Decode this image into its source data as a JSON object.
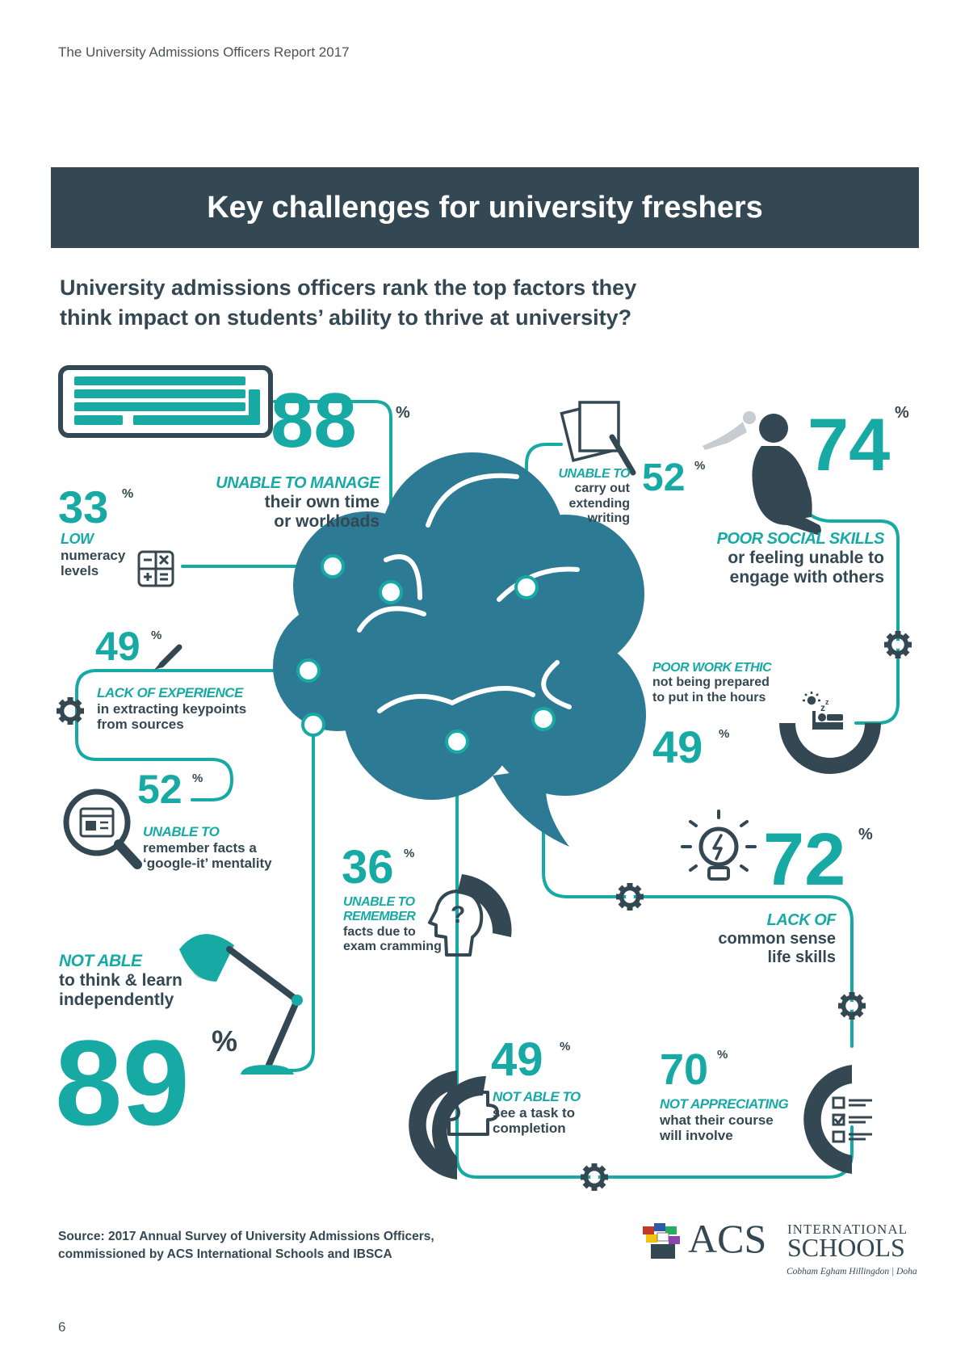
{
  "header": {
    "report_title": "The University Admissions Officers Report 2017"
  },
  "title": "Key challenges for university freshers",
  "subtitle_lines": [
    "University admissions officers rank the top factors they",
    "think impact on students’ ability to thrive at university?"
  ],
  "pct_symbol": "%",
  "factors": [
    {
      "id": "time",
      "value": "88",
      "highlight": "UNABLE TO MANAGE",
      "lines": [
        "their own time",
        "or workloads"
      ]
    },
    {
      "id": "numeracy",
      "value": "33",
      "highlight": "LOW",
      "lines": [
        "numeracy",
        "levels"
      ]
    },
    {
      "id": "keypoints",
      "value": "49",
      "highlight": "LACK OF EXPERIENCE",
      "lines": [
        "in extracting keypoints",
        "from sources"
      ]
    },
    {
      "id": "google",
      "value": "52",
      "highlight": "UNABLE TO",
      "lines": [
        "remember facts a",
        "‘google-it’ mentality"
      ]
    },
    {
      "id": "independent",
      "value": "89",
      "highlight": "NOT ABLE",
      "lines": [
        "to think & learn",
        "independently"
      ]
    },
    {
      "id": "writing",
      "value": "52",
      "highlight": "UNABLE TO",
      "lines": [
        "carry out",
        "extending",
        "writing"
      ]
    },
    {
      "id": "social",
      "value": "74",
      "highlight": "POOR SOCIAL SKILLS",
      "lines": [
        "or feeling unable to",
        "engage with others"
      ]
    },
    {
      "id": "work_ethic",
      "value": "49",
      "highlight": "POOR WORK ETHIC",
      "lines": [
        "not being prepared",
        "to put in the hours"
      ]
    },
    {
      "id": "common_sense",
      "value": "72",
      "highlight": "LACK OF",
      "lines": [
        "common sense",
        "life skills"
      ]
    },
    {
      "id": "cramming",
      "value": "36",
      "highlight_lines": [
        "UNABLE TO",
        "REMEMBER"
      ],
      "lines": [
        "facts due to",
        "exam cramming"
      ]
    },
    {
      "id": "task",
      "value": "49",
      "highlight": "NOT ABLE TO",
      "lines": [
        "see a task to",
        "completion"
      ]
    },
    {
      "id": "course",
      "value": "70",
      "highlight": "NOT APPRECIATING",
      "lines": [
        "what their course",
        "will involve"
      ]
    }
  ],
  "icons": [
    "keyboard-icon",
    "calculator-icon",
    "pen-icon",
    "gear-icon",
    "magnifier-browser-icon",
    "desk-lamp-icon",
    "document-pen-icon",
    "sitting-person-icon",
    "bed-sleep-icon",
    "lightbulb-icon",
    "head-question-icon",
    "puzzle-icon",
    "checklist-icon",
    "brain-icon"
  ],
  "colors": {
    "teal": "#17aaa5",
    "dark": "#344853",
    "brain": "#2d7a94"
  },
  "source_lines": [
    "Source: 2017 Annual Survey of University Admissions Officers,",
    "commissioned by ACS International Schools and IBSCA"
  ],
  "logo": {
    "acs": "ACS",
    "international": "INTERNATIONAL",
    "schools": "SCHOOLS",
    "campuses": "Cobham Egham Hillingdon | Doha"
  },
  "page_number": "6"
}
